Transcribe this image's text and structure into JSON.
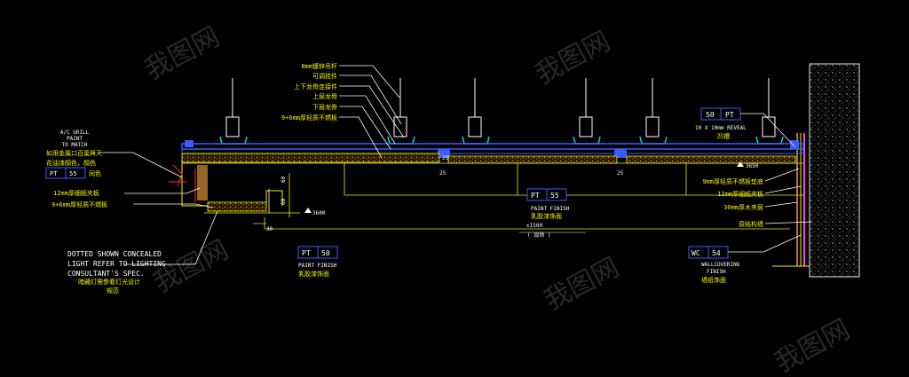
{
  "drawing": {
    "title": "Ceiling section detail",
    "colors": {
      "background": "#000000",
      "yellow": "#f2f200",
      "white": "#ffffff",
      "blue": "#3a5cff",
      "brown": "#b0742a",
      "red": "#ff2a2a",
      "magenta": "#ff40ff",
      "cyan": "#00d8e8"
    },
    "top_labels": {
      "l1": "8mm镀锌吊杆",
      "l2": "可调挂件",
      "l3": "上下龙骨连接件",
      "l4": "上层龙骨",
      "l5": "下层龙骨",
      "l6": "9+6mm厚轻质不燃板"
    },
    "left_block": {
      "grill_1": "A/C GRILL",
      "grill_2": "PAINT",
      "grill_3": "TO MATCH",
      "cn_1": "如用金属口百葉與天",
      "cn_2": "花油漆顏色，顏色",
      "tag_code": "PT",
      "tag_num": "55",
      "tag_suffix": "同色",
      "board_12": "12mm厚細紙夾板",
      "board_96": "9+6mm厚轻质不燃板"
    },
    "left_bottom": {
      "l1": "DOTTED SHOWN CONCEALED",
      "l2": "LIGHT REFER TO LIGHTING",
      "l3": "CONSULTANT'S SPEC.",
      "l4": "暗藏灯需参看灯光设计",
      "l5": "规范"
    },
    "dims": {
      "d60a": "60",
      "d60b": "60",
      "d30": "30",
      "lvl_3600": "3600",
      "lvl_3650": "3650",
      "d1500": "±1500",
      "d1500_sub": "( 现场 )",
      "d25a": "25",
      "d25b": "25",
      "d25c": "25"
    },
    "tags": {
      "pt50_top": {
        "code": "50",
        "num": "PT",
        "l1": "10 X 10mm REVEAL",
        "l2": "凹槽"
      },
      "pt55_mid": {
        "code": "PT",
        "num": "55",
        "l1": "PAINT FINISH",
        "l2": "乳胶漆饰面"
      },
      "pt50_bot": {
        "code": "PT",
        "num": "50",
        "l1": "PAINT FINISH",
        "l2": "乳胶漆饰面"
      },
      "wc54": {
        "code": "WC",
        "num": "54",
        "l1": "WALLCOVERING",
        "l2": "FINISH",
        "l3": "墙纸饰面"
      }
    },
    "right_labels": {
      "r1": "9mm厚轻质不燃板垫底",
      "r2": "12mm厚細紙夾板",
      "r3": "30mm厚木夹层",
      "r4": "原结构墙"
    },
    "watermark": "我图网"
  }
}
